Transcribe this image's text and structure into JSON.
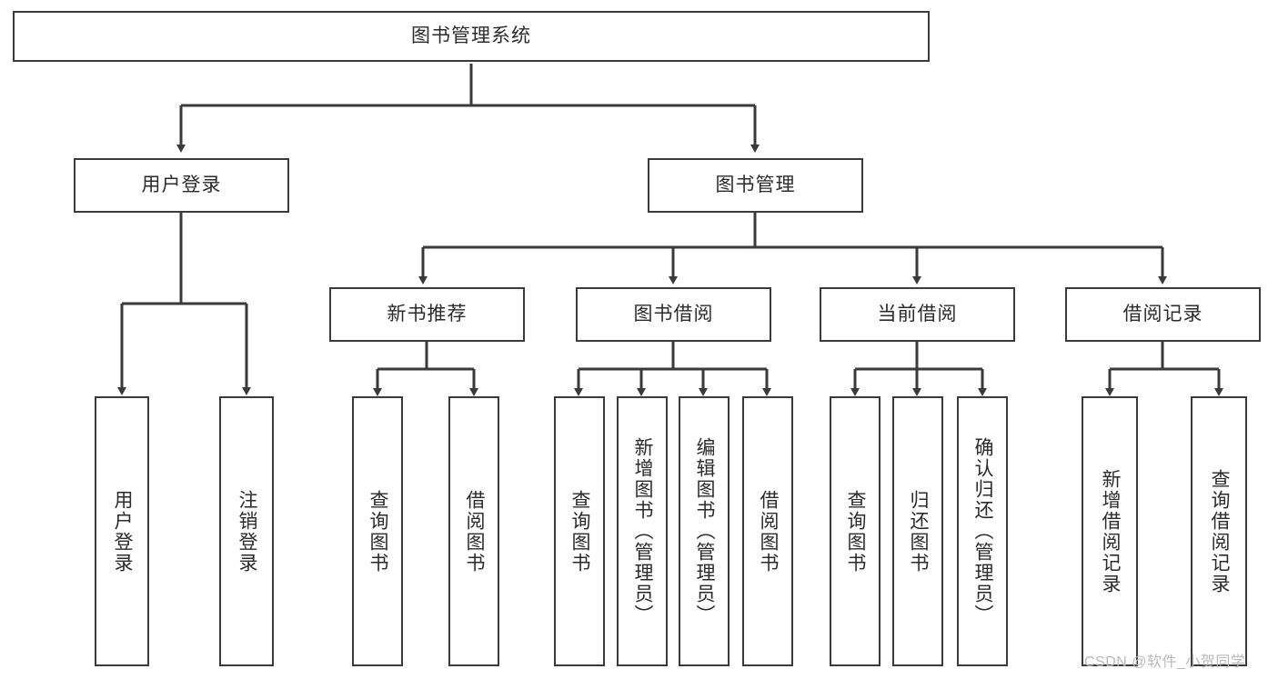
{
  "diagram": {
    "title": "图书管理系统",
    "type": "hierarchy-tree",
    "root": {
      "label": "图书管理系统"
    },
    "level2": [
      {
        "label": "用户登录"
      },
      {
        "label": "图书管理"
      }
    ],
    "level3": [
      {
        "label": "新书推荐"
      },
      {
        "label": "图书借阅"
      },
      {
        "label": "当前借阅"
      },
      {
        "label": "借阅记录"
      }
    ],
    "leaves": {
      "user_login": [
        {
          "label": "用户登录"
        },
        {
          "label": "注销登录"
        }
      ],
      "new_book_recommend": [
        {
          "label": "查询图书"
        },
        {
          "label": "借阅图书"
        }
      ],
      "book_borrow": [
        {
          "label": "查询图书"
        },
        {
          "label": "新增图书（管理员）"
        },
        {
          "label": "编辑图书（管理员）"
        },
        {
          "label": "借阅图书"
        }
      ],
      "current_borrow": [
        {
          "label": "查询图书"
        },
        {
          "label": "归还图书"
        },
        {
          "label": "确认归还（管理员）"
        }
      ],
      "borrow_records": [
        {
          "label": "新增借阅记录"
        },
        {
          "label": "查询借阅记录"
        }
      ]
    }
  },
  "watermark": {
    "text": "CSDN @软件_小贺同学"
  },
  "colors": {
    "stroke": "#3a3a3a",
    "text": "#2b2b2b",
    "background": "#ffffff",
    "watermark": "#b9b9b9"
  }
}
